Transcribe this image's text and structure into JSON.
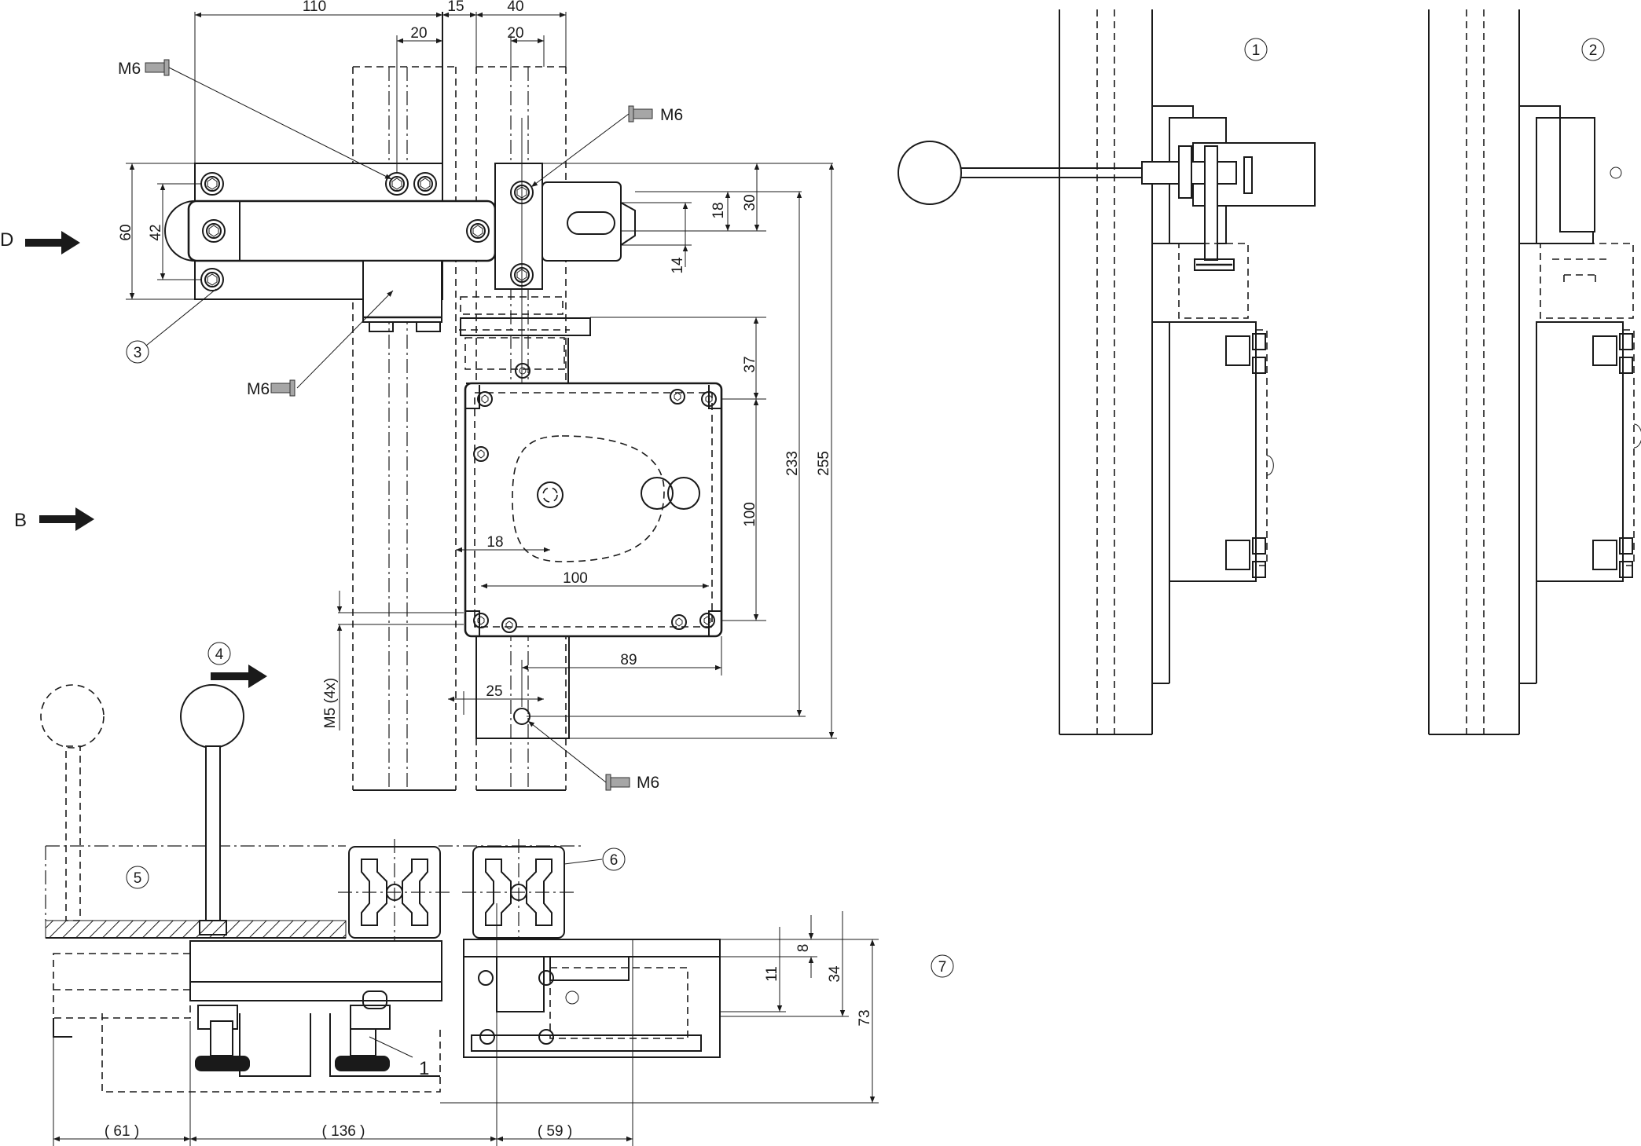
{
  "dimensions": {
    "top_110": "110",
    "top_15": "15",
    "top_40": "40",
    "top_20_left": "20",
    "top_20_right": "20",
    "left_60": "60",
    "left_42": "42",
    "right_18": "18",
    "right_30": "30",
    "right_14": "14",
    "right_37": "37",
    "right_100": "100",
    "right_233": "233",
    "right_255": "255",
    "inner_18": "18",
    "inner_100": "100",
    "inner_89": "89",
    "inner_25": "25",
    "m5_4x": "M5 (4x)",
    "side_8": "8",
    "side_11": "11",
    "side_34": "34",
    "side_73": "73",
    "bottom_61": "( 61 )",
    "bottom_136": "( 136 )",
    "bottom_59": "( 59 )"
  },
  "labels": {
    "screw_m6_1": "M6",
    "screw_m6_2": "M6",
    "screw_m6_3": "M6",
    "screw_m6_4": "M6",
    "view_d": "D",
    "view_b": "B",
    "part_1": "1"
  },
  "callouts": {
    "c1": "1",
    "c2": "2",
    "c3": "3",
    "c4": "4",
    "c5": "5",
    "c6": "6",
    "c7": "7"
  }
}
